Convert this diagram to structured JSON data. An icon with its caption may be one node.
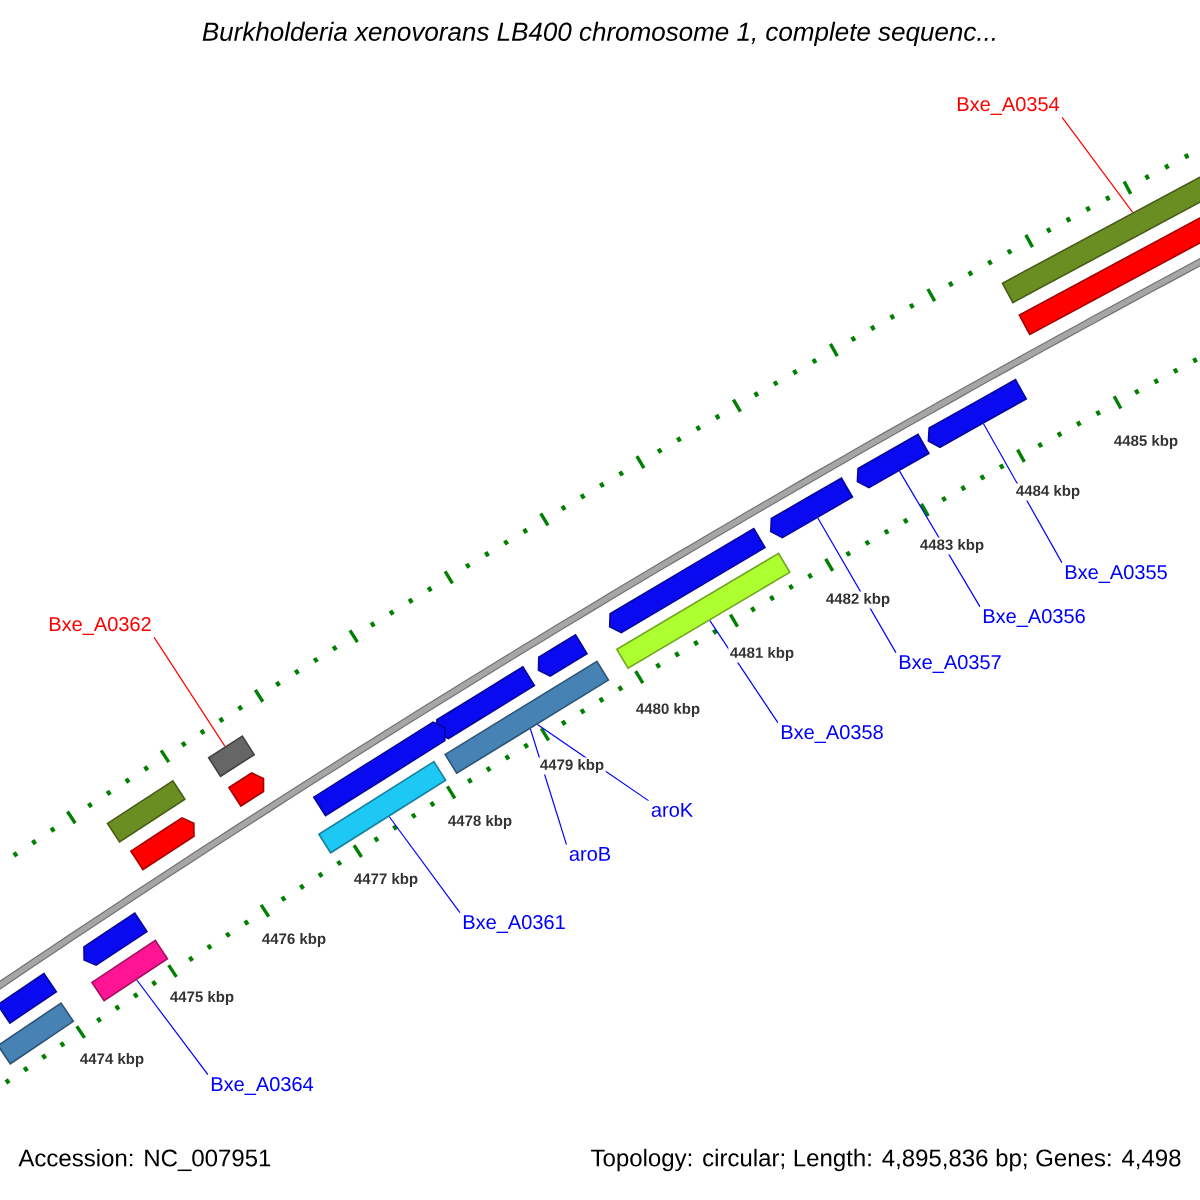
{
  "diagram": {
    "title": "Burkholderia xenovorans LB400 chromosome 1, complete sequenc...",
    "nodes": [
      {
        "text": [
          "Bxe_A0354"
        ]
      },
      {
        "text": [],
        "shape": "box"
      },
      {
        "text": [],
        "shape": "box"
      },
      {
        "text": [],
        "shape": "block"
      },
      {
        "text": [],
        "shape": "block"
      },
      {
        "text": [],
        "shape": "block"
      },
      {
        "text": [
          "Bxe_A0355"
        ]
      },
      {
        "text": [
          "Bxe_A0356"
        ]
      },
      {
        "text": [],
        "shape": "block"
      },
      {
        "text": [],
        "shape": "box"
      },
      {
        "text": [
          "Bxe_A0357"
        ]
      },
      {
        "text": [
          "Bxe_A0362"
        ]
      },
      {
        "text": [],
        "shape": "block"
      },
      {
        "text": [],
        "shape": "block"
      },
      {
        "text": [],
        "shape": "box"
      },
      {
        "text": [],
        "shape": "box"
      },
      {
        "text": [],
        "shape": "block"
      },
      {
        "text": [],
        "shape": "block"
      },
      {
        "text": [],
        "shape": "box"
      },
      {
        "text": [],
        "shape": "block"
      },
      {
        "text": [
          "Bxe_A0358"
        ]
      },
      {
        "text": [],
        "shape": "box"
      },
      {
        "text": [
          "aroK"
        ]
      },
      {
        "text": [
          "aroB"
        ]
      },
      {
        "text": [],
        "shape": "block"
      },
      {
        "text": [],
        "shape": "box"
      },
      {
        "text": [
          "Bxe_A0361"
        ]
      },
      {
        "text": [],
        "shape": "box"
      },
      {
        "text": [],
        "shape": "box"
      },
      {
        "text": [
          "Bxe_A0364"
        ]
      }
    ],
    "edges": [
      {
        "from": 0,
        "to": 1,
        "arrow": "none",
        "color": "#ff0000"
      },
      {
        "from": 6,
        "to": 3,
        "arrow": "none"
      },
      {
        "from": 7,
        "to": 4,
        "arrow": "none"
      },
      {
        "from": 10,
        "to": 5,
        "arrow": "none"
      },
      {
        "from": 20,
        "to": 9,
        "arrow": "none"
      },
      {
        "from": 11,
        "to": 15,
        "arrow": "none",
        "color": "#ff0000"
      },
      {
        "from": 22,
        "to": 14,
        "arrow": "none"
      },
      {
        "from": 23,
        "to": 14,
        "arrow": "none"
      },
      {
        "from": 26,
        "to": 21,
        "arrow": "none"
      },
      {
        "from": 29,
        "to": 25,
        "arrow": "none"
      }
    ],
    "labels": [
      "4474 kbp",
      "4475 kbp",
      "4476 kbp",
      "4477 kbp",
      "4478 kbp",
      "4479 kbp",
      "4480 kbp",
      "4481 kbp",
      "4482 kbp",
      "4483 kbp",
      "4484 kbp",
      "4485 kbp",
      "Accession: NC_007951",
      "Topology: circular; Length: 4,895,836 bp; Genes: 4,498"
    ]
  }
}
